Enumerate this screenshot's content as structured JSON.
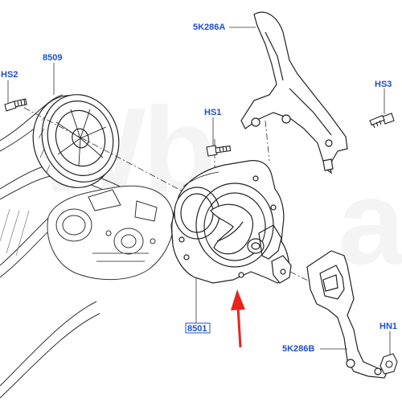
{
  "callouts": {
    "hs2": "HS2",
    "p8509": "8509",
    "p5k286a": "5K286A",
    "hs1": "HS1",
    "hs3": "HS3",
    "p8501": "8501",
    "hn1": "HN1",
    "p5k286b": "5K286B"
  },
  "watermark": "Wb",
  "watermark2": "a",
  "colors": {
    "callout_text": "#1f4fd1",
    "highlight_box": "#1f4fd1",
    "arrow": "#e8241c",
    "line_art": "#222222"
  }
}
